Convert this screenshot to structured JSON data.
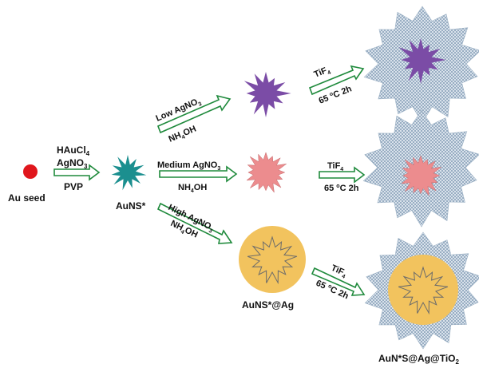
{
  "labels": {
    "seed": "Au seed",
    "step1_reagent_1": "HAuCl",
    "step1_reagent_1_sub": "4",
    "step1_reagent_2": "AgNO",
    "step1_reagent_2_sub": "3",
    "step1_reagent_3": "PVP",
    "star_core": "AuNS*",
    "low_route": "Low AgNO",
    "low_route_sub": "3",
    "low_route_reagent": "NH",
    "low_route_reagent_sub": "4",
    "low_route_reagent_end": "OH",
    "medium_route": "Medium AgNO",
    "medium_route_sub": "3",
    "medium_route_reagent": "NH",
    "medium_route_reagent_sub": "4",
    "medium_route_reagent_end": "OH",
    "high_route": "High AgNO",
    "high_route_sub": "3",
    "high_route_reagent": "NH",
    "high_route_reagent_sub": "4",
    "high_route_reagent_end": "OH",
    "core_shell": "AuNS*@Ag",
    "tif_1": "TiF",
    "tif_1_sub": "4",
    "cond_1": "65 ",
    "cond_1_sup": "o",
    "cond_1_end": "C 2h",
    "tif_2": "TiF",
    "tif_2_sub": "4",
    "cond_2": "65 ",
    "cond_2_sup": "o",
    "cond_2_end": "C 2h",
    "tif_3": "TiF",
    "tif_3_sub": "4",
    "cond_3": "65 ",
    "cond_3_sup": "o",
    "cond_3_end": "C 2h",
    "final_product": "AuN*S@Ag@TiO",
    "final_product_sub": "2"
  },
  "colors": {
    "seed": "#e0161c",
    "star_core": "#1b8f8f",
    "low_star": "#7b4ca6",
    "medium_star": "#ec8c8e",
    "ag_sphere": "#f2c35e",
    "arrow_stroke": "#1f8a3c",
    "shell_pattern": "#8fa6bd",
    "text": "#111111"
  }
}
